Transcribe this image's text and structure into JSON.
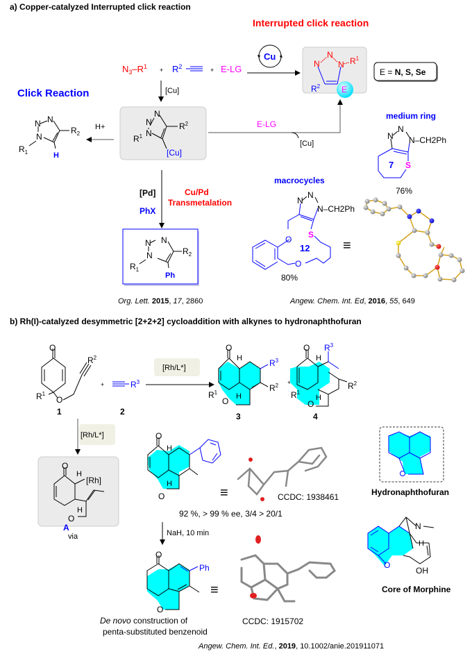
{
  "colors": {
    "red": "#ff0000",
    "blue": "#0000ff",
    "magenta": "#ff00ff",
    "cyan": "#00ffff",
    "box_gray": "#ebebeb",
    "cond_box": "#f0f0e4",
    "bond_gold": "#d4a017"
  },
  "section_a": {
    "title": "a) Copper-catalyzed Interrupted click reaction",
    "interrupted_title": "Interrupted click reaction",
    "click_title": "Click Reaction",
    "reactants": {
      "azide": "N",
      "azide_sub": "3",
      "azide_r": "–R",
      "azide_sup": "1",
      "plus1": "+",
      "alkyne_r": "R",
      "alkyne_sup": "2",
      "plus2": "+",
      "electrophile": "E-LG"
    },
    "catalyst_cycle": "Cu",
    "cu_step": "[Cu]",
    "e_def": {
      "prefix": "E = ",
      "values": "N, S, Se"
    },
    "product_E": "E",
    "intermediate": {
      "cu_label": "[Cu]",
      "r1": "R",
      "r1_sup": "1",
      "r2": "R",
      "r2_sup": "2"
    },
    "elg_step": "E-LG",
    "cu_release": "[Cu]",
    "protonation": "H+",
    "click_product": {
      "h": "H",
      "r1": "R",
      "r1_sub": "1",
      "r2": "R",
      "r2_sub": "2"
    },
    "pd_step": "[Pd]",
    "phx": "PhX",
    "transmetalation": [
      "Cu/Pd",
      "Transmetalation"
    ],
    "aryl_product": {
      "ph": "Ph",
      "r1": "R",
      "r1_sub": "1",
      "r2": "R",
      "r2_sub": "2"
    },
    "medium_ring": {
      "title": "medium ring",
      "ring_size": "7",
      "hetero": "S",
      "substituent": "N–CH2Ph",
      "yield": "76%"
    },
    "macrocycles": {
      "title": "macrocycles",
      "ring_size": "12",
      "hetero": "S",
      "substituent": "N–CH2Ph",
      "yield": "80%",
      "equiv": "≡"
    },
    "ref1": {
      "journal": "Org. Lett.",
      "year": "2015",
      "volume": "17",
      "page": "2860"
    },
    "ref2": {
      "journal": "Angew. Chem. Int. Ed",
      "year": "2016",
      "volume": "55",
      "page": "649"
    }
  },
  "section_b": {
    "title": "b) Rh(I)-catalyzed desymmetric [2+2+2] cycloaddition with alkynes to hydronaphthofuran",
    "compound_labels": [
      "1",
      "2",
      "3",
      "4"
    ],
    "catalyst": "[Rh/L*]",
    "plus": "+",
    "intermediate_label": "A",
    "intermediate_metal": "[Rh]",
    "via": "via",
    "result1": "92 %, > 99 % ee, 3/4 > 20/1",
    "ccdc1": "CCDC: 1938461",
    "base_step": "NaH, 10 min",
    "ph": "Ph",
    "ccdc2": "CCDC: 1915702",
    "caption_italic": "De novo",
    "caption_rest": " construction of",
    "caption_line2": "penta-substituted benzenoid",
    "scaffold_label": "Hydronaphthofuran",
    "morphine_label": "Core of Morphine",
    "oh": "OH",
    "ref": {
      "journal": "Angew. Chem. Int. Ed.",
      "year": "2019",
      "doi": "10.1002/anie.201911071"
    }
  }
}
